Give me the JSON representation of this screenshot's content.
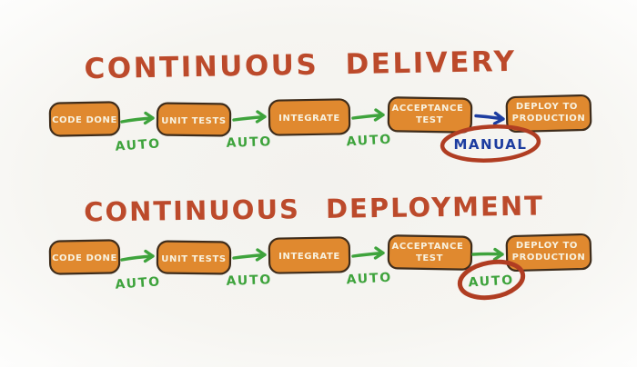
{
  "colors": {
    "background": "#f5f4f0",
    "title": "#bc4a2b",
    "stage_fill": "#e0892f",
    "stage_border": "#3e2c1b",
    "stage_text": "#f8f2e0",
    "auto_green": "#3ea33c",
    "manual_blue": "#1d3da0",
    "highlight_red": "#b03d22"
  },
  "sections": [
    {
      "title": "CONTINUOUS DELIVERY",
      "stages": [
        {
          "lines": [
            "CODE DONE"
          ]
        },
        {
          "lines": [
            "UNIT TESTS"
          ]
        },
        {
          "lines": [
            "INTEGRATE"
          ]
        },
        {
          "lines": [
            "ACCEPTANCE",
            "TEST"
          ]
        },
        {
          "lines": [
            "DEPLOY TO",
            "PRODUCTION"
          ]
        }
      ],
      "transitions": [
        {
          "label": "AUTO",
          "mode": "auto",
          "circled": false
        },
        {
          "label": "AUTO",
          "mode": "auto",
          "circled": false
        },
        {
          "label": "AUTO",
          "mode": "auto",
          "circled": false
        },
        {
          "label": "MANUAL",
          "mode": "manual",
          "circled": true
        }
      ]
    },
    {
      "title": "CONTINUOUS DEPLOYMENT",
      "stages": [
        {
          "lines": [
            "CODE DONE"
          ]
        },
        {
          "lines": [
            "UNIT TESTS"
          ]
        },
        {
          "lines": [
            "INTEGRATE"
          ]
        },
        {
          "lines": [
            "ACCEPTANCE",
            "TEST"
          ]
        },
        {
          "lines": [
            "DEPLOY TO",
            "PRODUCTION"
          ]
        }
      ],
      "transitions": [
        {
          "label": "AUTO",
          "mode": "auto",
          "circled": false
        },
        {
          "label": "AUTO",
          "mode": "auto",
          "circled": false
        },
        {
          "label": "AUTO",
          "mode": "auto",
          "circled": false
        },
        {
          "label": "AUTO",
          "mode": "auto",
          "circled": true
        }
      ]
    }
  ]
}
